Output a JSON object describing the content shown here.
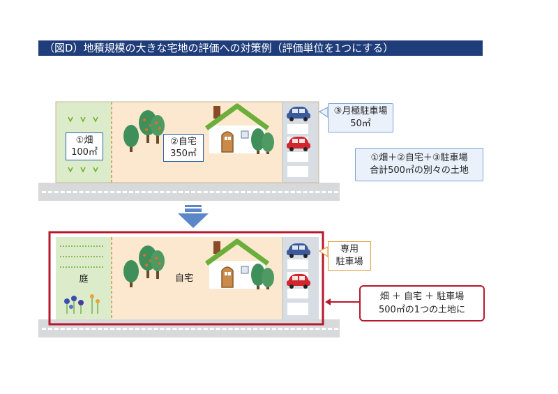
{
  "header": {
    "title": "（図D）地積規模の大きな宅地の評価への対策例（評価単位を1つにする）"
  },
  "top": {
    "field_label": "①畑",
    "field_area": "100㎡",
    "home_label": "②自宅",
    "home_area": "350㎡",
    "parking_label": "③月極駐車場",
    "parking_area": "50㎡",
    "summary_line1": "①畑＋②自宅＋③駐車場",
    "summary_line2": "合計500㎡の別々の土地"
  },
  "bottom": {
    "garden_label": "庭",
    "home_label": "自宅",
    "parking_line1": "専用",
    "parking_line2": "駐車場",
    "summary_line1": "畑 ＋ 自宅 ＋ 駐車場",
    "summary_line2": "500㎡の1つの土地に"
  },
  "colors": {
    "header_bg": "#1f3d7a",
    "plot": "#fbe8cf",
    "field": "#dcebc9",
    "accent_red": "#b5182c",
    "arrow_blue": "#5b86c8"
  }
}
